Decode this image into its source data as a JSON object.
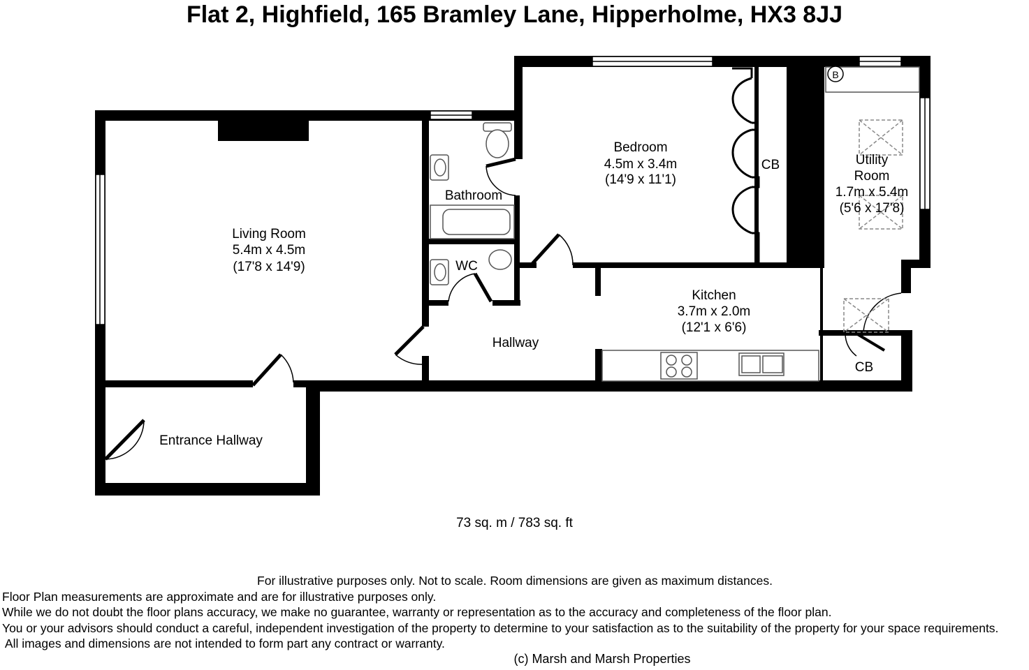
{
  "title": "Flat 2, Highfield, 165 Bramley Lane, Hipperholme, HX3 8JJ",
  "rooms": {
    "living": {
      "name": "Living Room",
      "metric": "5.4m x 4.5m",
      "imperial": "(17'8 x 14'9)"
    },
    "bedroom": {
      "name": "Bedroom",
      "metric": "4.5m x 3.4m",
      "imperial": "(14'9 x 11'1)"
    },
    "utility": {
      "name_line1": "Utility",
      "name_line2": "Room",
      "metric": "1.7m x 5.4m",
      "imperial": "(5'6 x 17'8)"
    },
    "kitchen": {
      "name": "Kitchen",
      "metric": "3.7m x 2.0m",
      "imperial": "(12'1 x 6'6)"
    },
    "bathroom": {
      "name": "Bathroom"
    },
    "wc": {
      "name": "WC"
    },
    "hallway": {
      "name": "Hallway"
    },
    "entrance": {
      "name": "Entrance Hallway"
    },
    "cb_bedroom": {
      "name": "CB"
    },
    "cb_kitchen": {
      "name": "CB"
    },
    "boiler": {
      "name": "B"
    }
  },
  "area": "73 sq. m  / 783 sq. ft",
  "disclaimer": [
    "For illustrative purposes only.  Not to scale.  Room dimensions are given as maximum distances.",
    "Floor Plan measurements are approximate and are for illustrative purposes only.",
    "While we do not doubt the floor plans accuracy, we make no guarantee, warranty or representation as to the accuracy and completeness of the floor plan.",
    "You or your advisors should conduct a careful, independent investigation of the property to determine to your satisfaction as to the suitability of the property for your space requirements.",
    " All images and dimensions are not intended to form part any contract or warranty."
  ],
  "copyright": "(c) Marsh and Marsh Properties",
  "colors": {
    "wall": "#000000",
    "background": "#ffffff",
    "fixture": "#555555"
  }
}
